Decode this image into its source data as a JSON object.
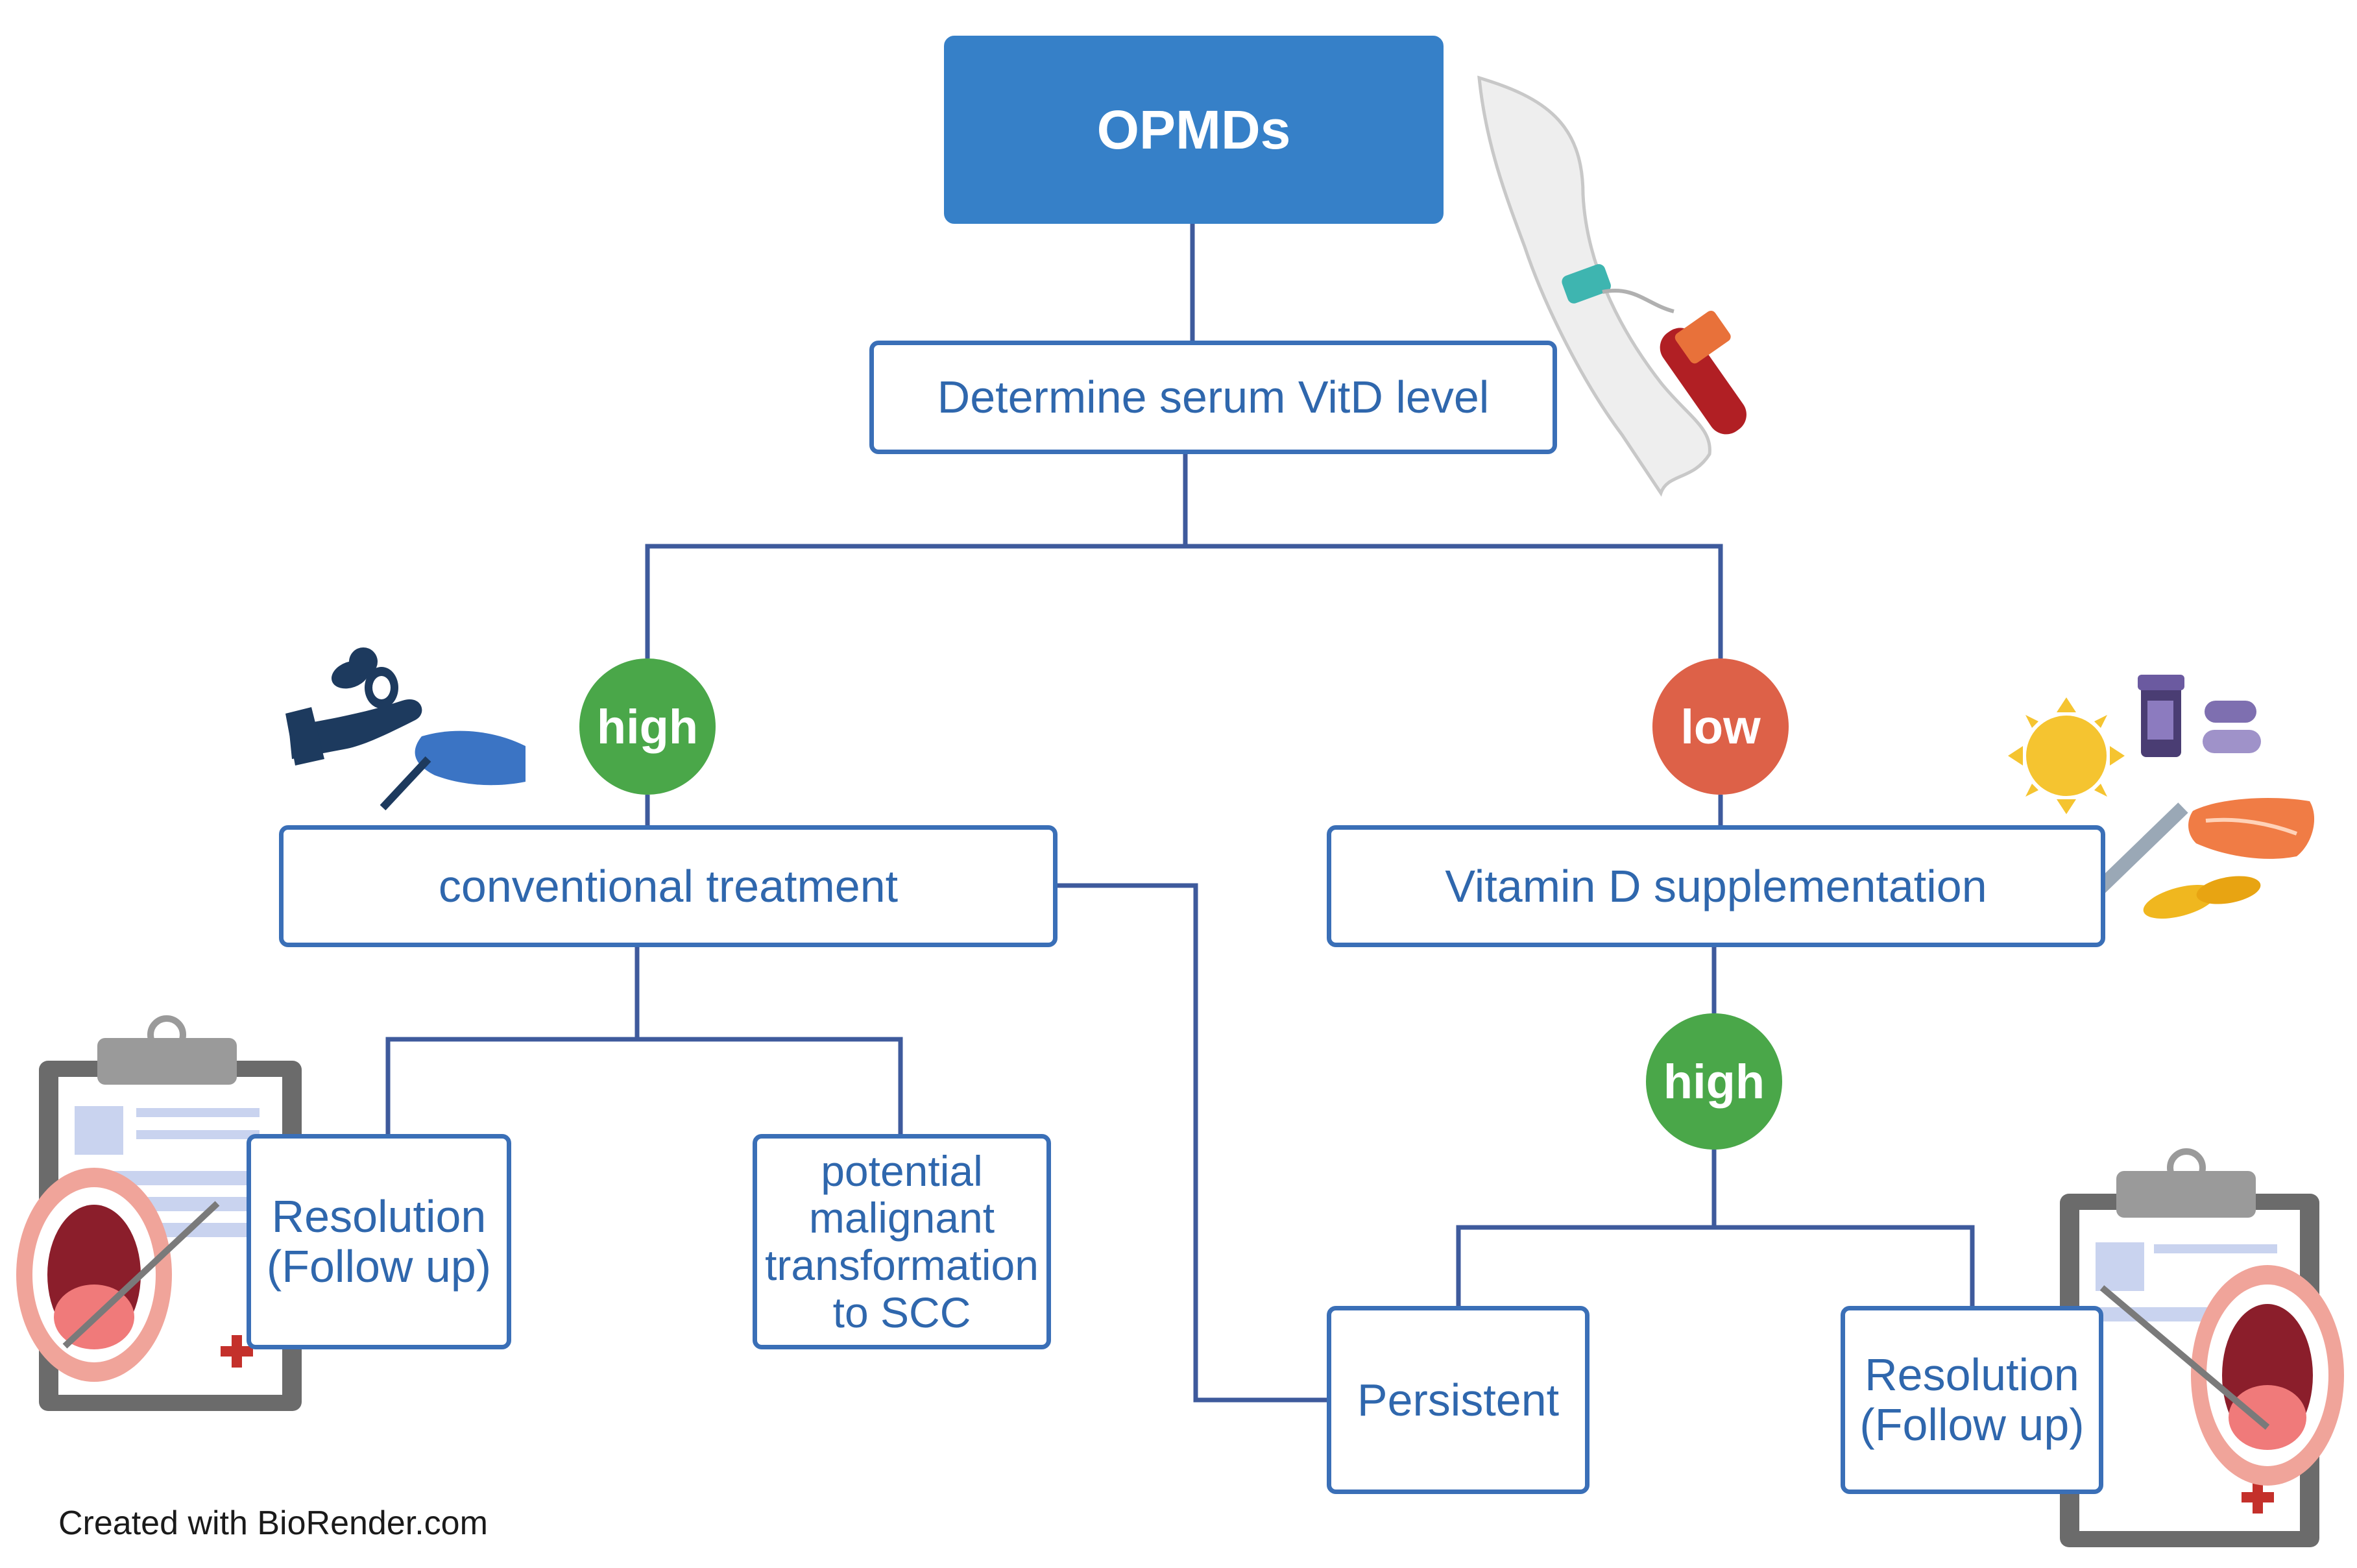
{
  "nodes": {
    "root": "OPMDs",
    "determine": "Determine serum VitD level",
    "conventional": "conventional treatment",
    "vitamin_d": "Vitamin D supplementation",
    "resolution_left": [
      "Resolution",
      "(Follow up)"
    ],
    "malignant": [
      "potential",
      "malignant",
      "transformation",
      "to SCC"
    ],
    "persistent": "Persistent",
    "resolution_right": [
      "Resolution",
      "(Follow up)"
    ]
  },
  "decisions": {
    "left_high": "high",
    "low": "low",
    "right_high": "high"
  },
  "credit": "Created with BioRender.com",
  "colors": {
    "primary_blue": "#3680c8",
    "border_blue": "#3a6fb7",
    "text_blue": "#2f67ad",
    "connector": "#3e5a9c",
    "high_green": "#4aa749",
    "low_red": "#dd6148"
  },
  "icons": [
    "arm-blood-draw-icon",
    "medication-hand-icon",
    "scalpel-hand-icon",
    "sun-icon",
    "pill-bottle-icon",
    "syringe-icon",
    "salmon-icon",
    "fish-oil-capsule-icon",
    "medical-clipboard-icon",
    "open-mouth-icon",
    "dental-probe-icon"
  ]
}
